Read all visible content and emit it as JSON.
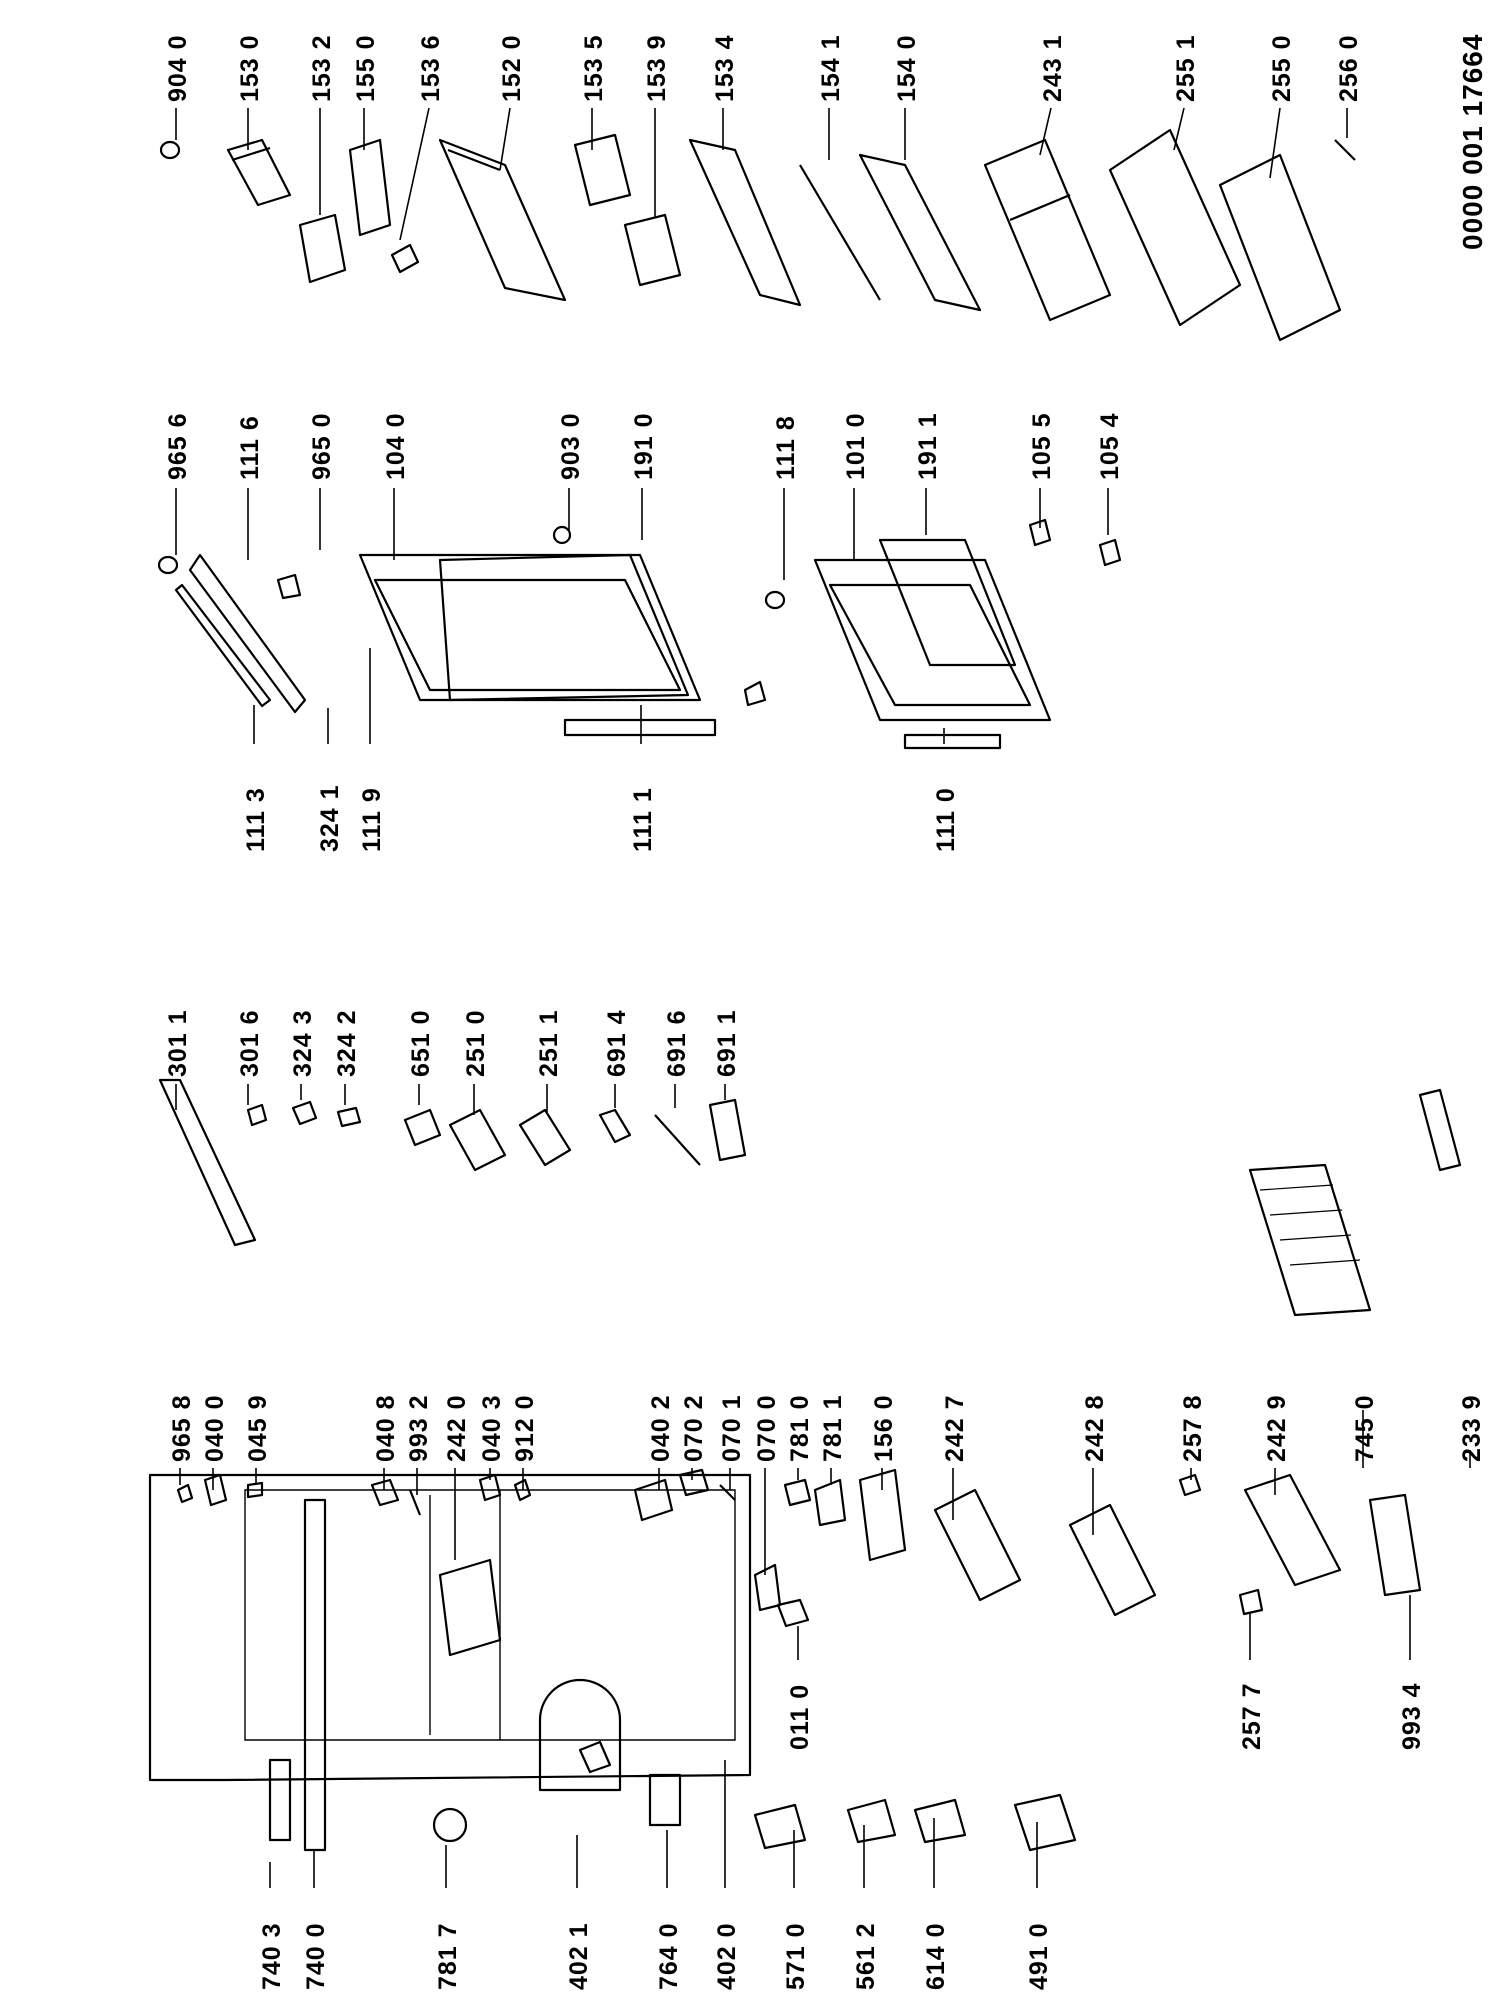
{
  "document_number": "0000 001 17664",
  "parts": [
    {
      "code": "904 0"
    },
    {
      "code": "153 0"
    },
    {
      "code": "153 2"
    },
    {
      "code": "155 0"
    },
    {
      "code": "153 6"
    },
    {
      "code": "152 0"
    },
    {
      "code": "153 5"
    },
    {
      "code": "153 9"
    },
    {
      "code": "153 4"
    },
    {
      "code": "154 1"
    },
    {
      "code": "154 0"
    },
    {
      "code": "243 1"
    },
    {
      "code": "255 1"
    },
    {
      "code": "255 0"
    },
    {
      "code": "256 0"
    },
    {
      "code": "965 6"
    },
    {
      "code": "111 6"
    },
    {
      "code": "965 0"
    },
    {
      "code": "104 0"
    },
    {
      "code": "903 0"
    },
    {
      "code": "191 0"
    },
    {
      "code": "111 8"
    },
    {
      "code": "101 0"
    },
    {
      "code": "191 1"
    },
    {
      "code": "105 5"
    },
    {
      "code": "105 4"
    },
    {
      "code": "111 3"
    },
    {
      "code": "324 1"
    },
    {
      "code": "111 9"
    },
    {
      "code": "111 1"
    },
    {
      "code": "111 0"
    },
    {
      "code": "301 1"
    },
    {
      "code": "301 6"
    },
    {
      "code": "324 3"
    },
    {
      "code": "324 2"
    },
    {
      "code": "651 0"
    },
    {
      "code": "251 0"
    },
    {
      "code": "251 1"
    },
    {
      "code": "691 4"
    },
    {
      "code": "691 6"
    },
    {
      "code": "691 1"
    },
    {
      "code": "965 8"
    },
    {
      "code": "040 0"
    },
    {
      "code": "045 9"
    },
    {
      "code": "040 8"
    },
    {
      "code": "993 2"
    },
    {
      "code": "242 0"
    },
    {
      "code": "040 3"
    },
    {
      "code": "912 0"
    },
    {
      "code": "040 2"
    },
    {
      "code": "070 2"
    },
    {
      "code": "070 1"
    },
    {
      "code": "070 0"
    },
    {
      "code": "781 0"
    },
    {
      "code": "781 1"
    },
    {
      "code": "156 0"
    },
    {
      "code": "242 7"
    },
    {
      "code": "242 8"
    },
    {
      "code": "257 8"
    },
    {
      "code": "242 9"
    },
    {
      "code": "745 0"
    },
    {
      "code": "233 9"
    },
    {
      "code": "740 3"
    },
    {
      "code": "740 0"
    },
    {
      "code": "781 7"
    },
    {
      "code": "402 1"
    },
    {
      "code": "764 0"
    },
    {
      "code": "402 0"
    },
    {
      "code": "571 0"
    },
    {
      "code": "561 2"
    },
    {
      "code": "614 0"
    },
    {
      "code": "491 0"
    },
    {
      "code": "011 0"
    },
    {
      "code": "257 7"
    },
    {
      "code": "993 4"
    }
  ]
}
